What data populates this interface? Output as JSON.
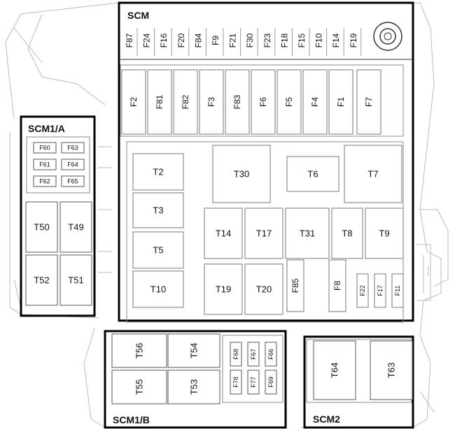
{
  "groups": {
    "scm": "SCM",
    "scm1a": "SCM1/A",
    "scm1b": "SCM1/B",
    "scm2": "SCM2"
  },
  "scm_top_fuses": [
    "F87",
    "F24",
    "F16",
    "F20",
    "F84",
    "F9",
    "F21",
    "F30",
    "F23",
    "F18",
    "F15",
    "F10",
    "F14",
    "F19"
  ],
  "scm_mid_fuses": [
    "F2",
    "F81",
    "F82",
    "F3",
    "F83",
    "F6",
    "F5",
    "F4",
    "F1",
    "F7"
  ],
  "scm_relays": [
    "T2",
    "T3",
    "T5",
    "T10",
    "T30",
    "T6",
    "T7",
    "T14",
    "T17",
    "T31",
    "T8",
    "T9",
    "T19",
    "T20"
  ],
  "scm_small_fuses": [
    "F85",
    "F8",
    "F22",
    "F17",
    "F11"
  ],
  "scm1a_fuses": [
    "F60",
    "F63",
    "F61",
    "F64",
    "F62",
    "F65"
  ],
  "scm1a_relays": [
    "T50",
    "T49",
    "T52",
    "T51"
  ],
  "scm1b_relays": [
    "T56",
    "T54",
    "T55",
    "T53"
  ],
  "scm1b_fuses": [
    "F68",
    "F67",
    "F66",
    "F78",
    "F77",
    "F69"
  ],
  "scm2_relays": [
    "T64",
    "T63"
  ]
}
